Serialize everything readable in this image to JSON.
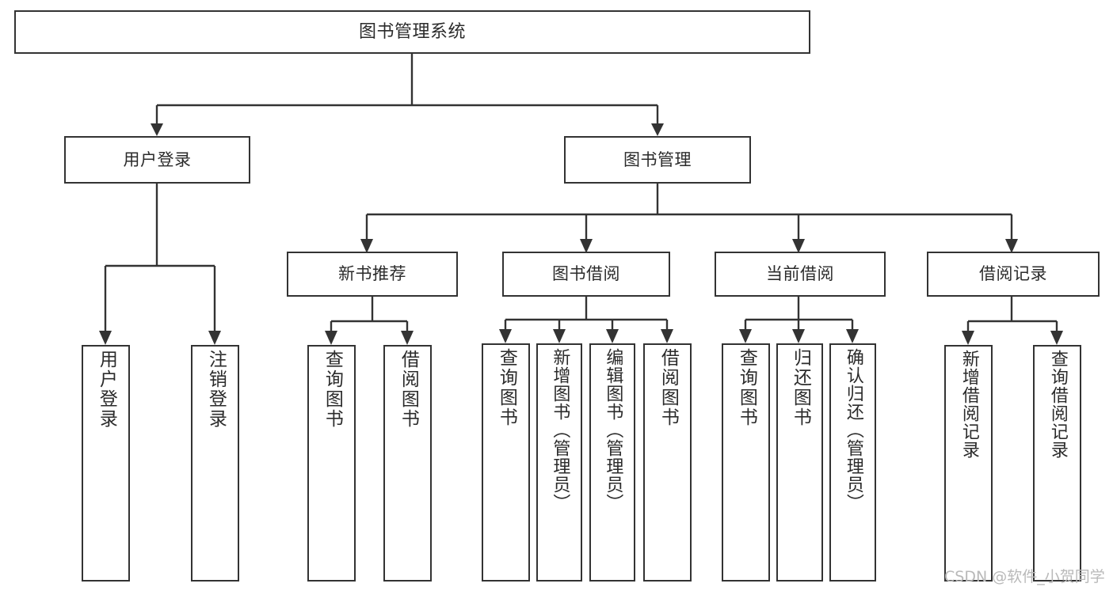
{
  "diagram": {
    "title": "图书管理系统",
    "watermark": "CSDN @软件_小贺同学",
    "colors": {
      "background": "#ffffff",
      "stroke": "#333333",
      "text": "#2b2b2b",
      "watermark": "#b9b9b9"
    },
    "root": {
      "label": "图书管理系统"
    },
    "level2": [
      {
        "label": "用户登录"
      },
      {
        "label": "图书管理"
      }
    ],
    "level3": [
      {
        "label": "新书推荐"
      },
      {
        "label": "图书借阅"
      },
      {
        "label": "当前借阅"
      },
      {
        "label": "借阅记录"
      }
    ],
    "leaves": {
      "user_login": [
        {
          "label": "用户登录"
        },
        {
          "label": "注销登录"
        }
      ],
      "new_book_recommend": [
        {
          "label": "查询图书"
        },
        {
          "label": "借阅图书"
        }
      ],
      "book_borrow": [
        {
          "label": "查询图书"
        },
        {
          "label": "新增图书（管理员）"
        },
        {
          "label": "编辑图书（管理员）"
        },
        {
          "label": "借阅图书"
        }
      ],
      "current_borrow": [
        {
          "label": "查询图书"
        },
        {
          "label": "归还图书"
        },
        {
          "label": "确认归还（管理员）"
        }
      ],
      "borrow_record": [
        {
          "label": "新增借阅记录"
        },
        {
          "label": "查询借阅记录"
        }
      ]
    }
  }
}
